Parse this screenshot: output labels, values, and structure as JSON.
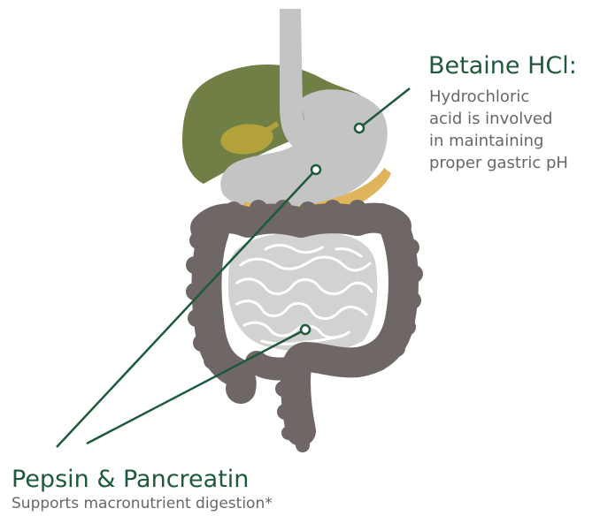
{
  "callouts": {
    "betaine": {
      "title": "Betaine HCl:",
      "lines": [
        "Hydrochloric",
        "acid is involved",
        "in maintaining",
        "proper gastric pH"
      ]
    },
    "pepsin": {
      "title": "Pepsin & Pancreatin",
      "description": "Supports macronutrient digestion*"
    }
  },
  "colors": {
    "accent_green": "#1d5a3a",
    "liver": "#6f7f45",
    "gallbladder": "#b3a23c",
    "stomach": "#c4c4c4",
    "pancreas": "#e0b35d",
    "colon": "#6e6766",
    "small_intestine": "#d2d2d2",
    "body_text": "#6b6665"
  }
}
